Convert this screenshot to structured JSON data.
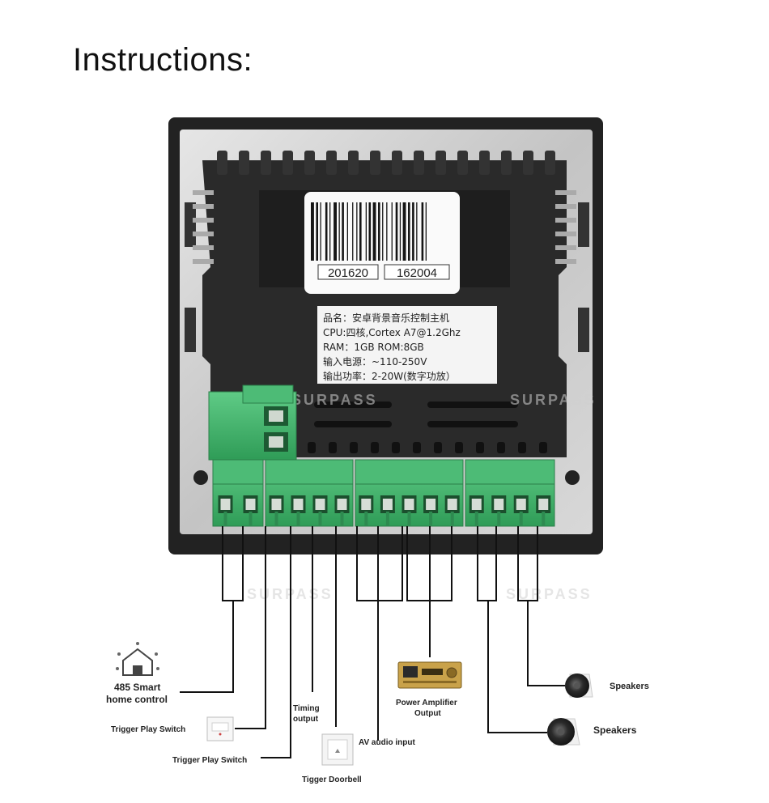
{
  "page": {
    "title": "Instructions:"
  },
  "device": {
    "barcode_left": "201620",
    "barcode_right": "162004",
    "spec_lines": [
      "品名：安卓背景音乐控制主机",
      "CPU:四核,Cortex A7@1.2Ghz",
      "RAM：1GB     ROM:8GB",
      "输入电源：~110-250V",
      "输出功率：2-20W(数字功放）"
    ],
    "watermark": "SURPASS"
  },
  "labels": {
    "smart_home_line1": "485  Smart",
    "smart_home_line2": "home control",
    "trigger_play_switch_1": "Trigger Play Switch",
    "trigger_play_switch_2": "Trigger Play Switch",
    "timing_output_line1": "Timing",
    "timing_output_line2": "output",
    "tigger_doorbell": "Tigger  Doorbell",
    "av_audio_input": "AV audio input",
    "power_amp_line1": "Power Amplifier",
    "power_amp_line2": "Output",
    "speakers_1": "Speakers",
    "speakers_2": "Speakers"
  },
  "colors": {
    "terminal_green": "#3fb36b",
    "housing_dark": "#2b2b2b",
    "frame_silver": "#c9c9c9"
  }
}
